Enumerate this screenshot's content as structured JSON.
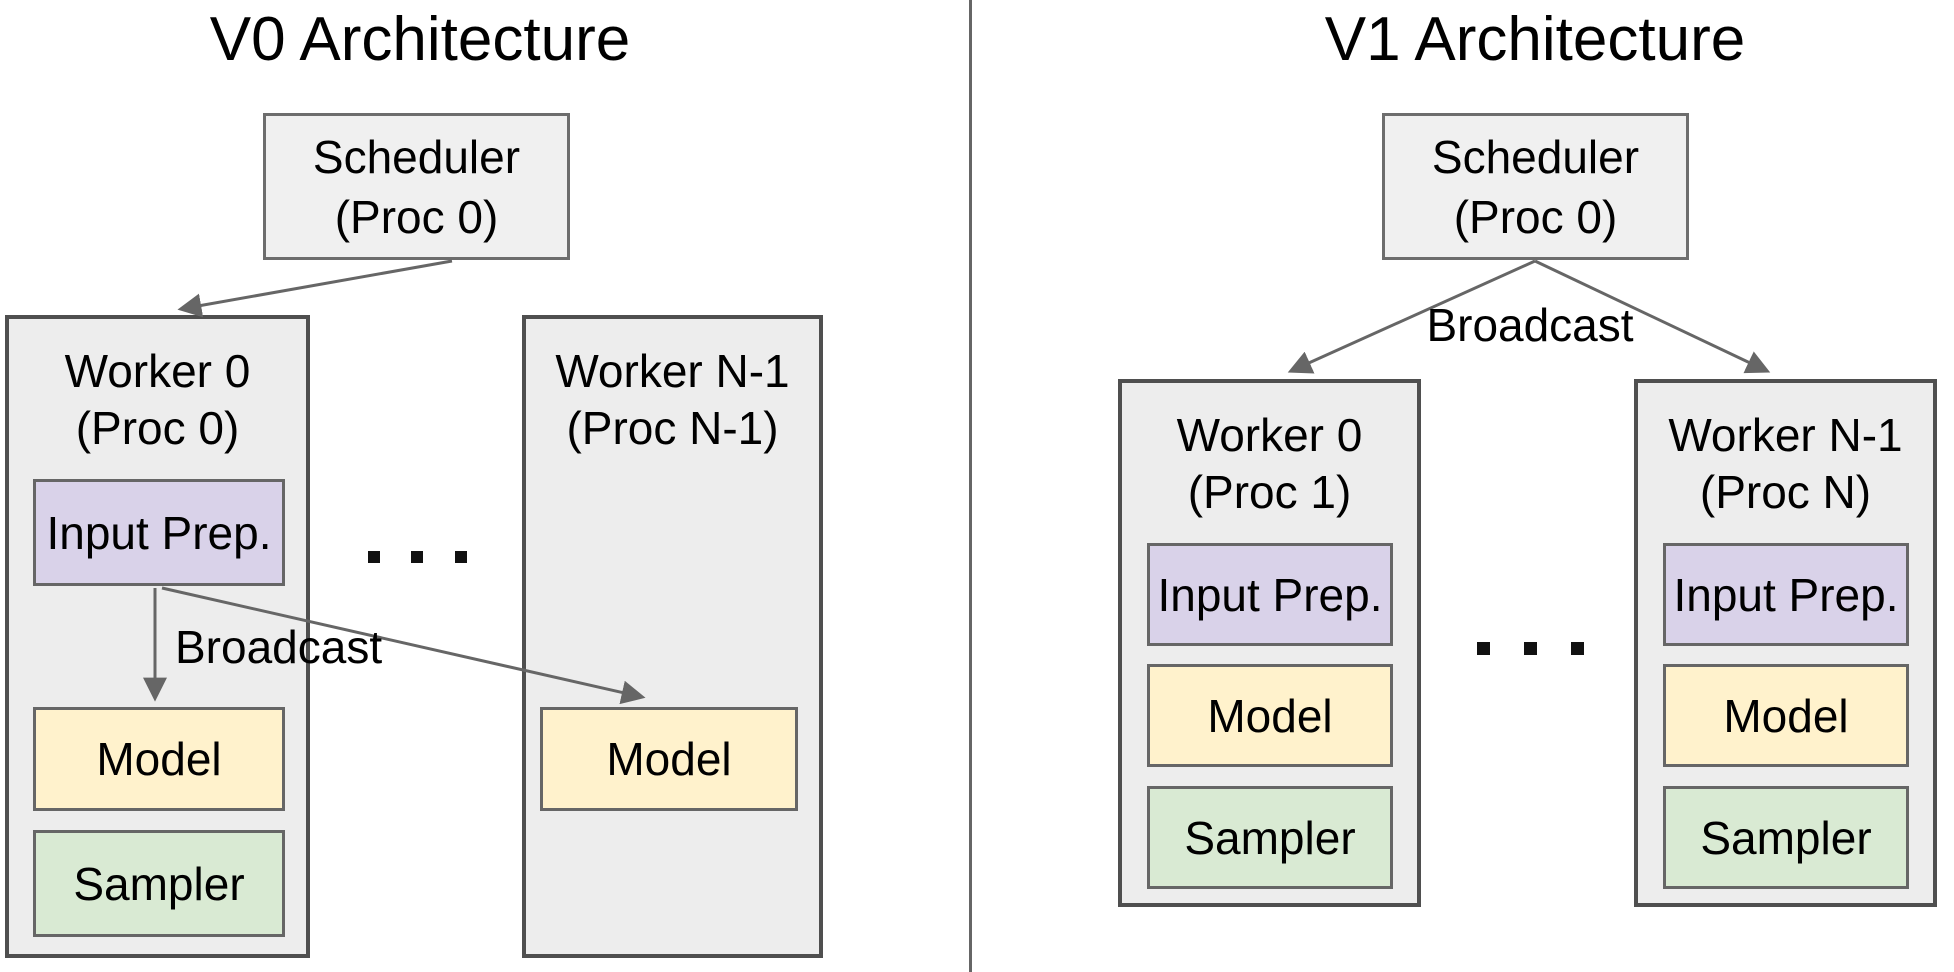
{
  "colors": {
    "page_background": "#ffffff",
    "container_fill": "#ededed",
    "scheduler_fill": "#f0f0f0",
    "container_border": "#4f4f4f",
    "scheduler_border": "#6d6d6d",
    "inner_border": "#666666",
    "input_prep_fill": "#d9d2e9",
    "model_fill": "#fff2cc",
    "sampler_fill": "#d9ead3",
    "arrow": "#666666",
    "divider": "#666666",
    "text": "#000000"
  },
  "v0": {
    "title": "V0 Architecture",
    "scheduler": {
      "name": "Scheduler",
      "proc": "(Proc 0)"
    },
    "broadcast_label": "Broadcast",
    "worker0": {
      "name": "Worker 0",
      "proc": "(Proc 0)",
      "input_prep": "Input Prep.",
      "model": "Model",
      "sampler": "Sampler"
    },
    "workerN": {
      "name": "Worker N-1",
      "proc": "(Proc N-1)",
      "model": "Model"
    },
    "ellipsis_icon": "three-square-dots"
  },
  "v1": {
    "title": "V1 Architecture",
    "scheduler": {
      "name": "Scheduler",
      "proc": "(Proc 0)"
    },
    "broadcast_label": "Broadcast",
    "worker0": {
      "name": "Worker 0",
      "proc": "(Proc 1)",
      "input_prep": "Input Prep.",
      "model": "Model",
      "sampler": "Sampler"
    },
    "workerN": {
      "name": "Worker N-1",
      "proc": "(Proc N)",
      "input_prep": "Input Prep.",
      "model": "Model",
      "sampler": "Sampler"
    },
    "ellipsis_icon": "three-square-dots"
  }
}
